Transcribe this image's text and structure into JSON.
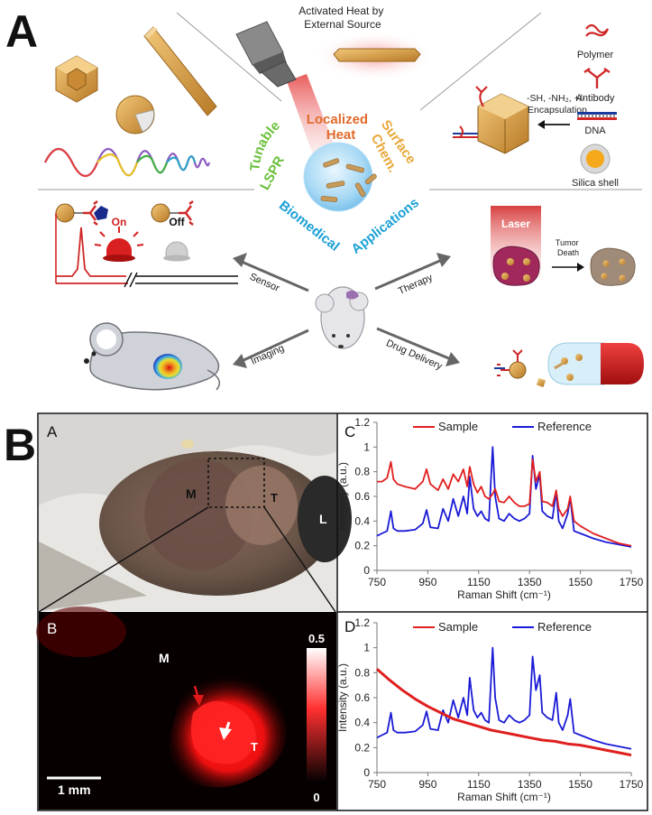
{
  "panel_a": {
    "letter": "A",
    "heat_source": [
      "Activated Heat by",
      "External Source"
    ],
    "circle_labels": {
      "lspr": [
        "Tunable",
        "LSPR"
      ],
      "heat": [
        "Localized",
        "Heat"
      ],
      "surface": [
        "Surface",
        "Chem."
      ],
      "biomedical": "Biomedical",
      "applications": "Applications"
    },
    "surface_note": [
      "-SH, -NH₂, +/-",
      "Encapsulation"
    ],
    "legend": [
      "Polymer",
      "Antibody",
      "DNA",
      "Silica shell"
    ],
    "sensor_states": [
      "On",
      "Off"
    ],
    "arrows": [
      "Sensor",
      "Therapy",
      "Imaging",
      "Drug Delivery"
    ],
    "laser": "Laser",
    "tumor_death": [
      "Tumor",
      "Death"
    ]
  },
  "panel_b": {
    "letter": "B",
    "photo": {
      "label": "A",
      "marks": [
        "M",
        "T",
        "L"
      ]
    },
    "map": {
      "label": "B",
      "marks": [
        "M",
        "T"
      ],
      "scalebar": "1 mm",
      "colorbar_max": "0.5",
      "colorbar_min": "0"
    },
    "colors": {
      "sample": "#e01f1f",
      "reference": "#1a1ad6"
    }
  },
  "chart_data": [
    {
      "type": "line",
      "panel": "C",
      "xlabel": "Raman Shift (cm⁻¹)",
      "ylabel": "Intensity (a.u.)",
      "xlim": [
        750,
        1750
      ],
      "ylim": [
        0,
        1.2
      ],
      "xticks": [
        750,
        950,
        1150,
        1350,
        1550,
        1750
      ],
      "yticks": [
        0,
        0.2,
        0.4,
        0.6,
        0.8,
        1,
        1.2
      ],
      "legend": "top",
      "series": [
        {
          "name": "Sample",
          "x": [
            750,
            770,
            790,
            805,
            815,
            830,
            860,
            900,
            930,
            945,
            960,
            990,
            1010,
            1030,
            1050,
            1070,
            1090,
            1105,
            1115,
            1130,
            1145,
            1160,
            1175,
            1190,
            1205,
            1215,
            1230,
            1250,
            1270,
            1290,
            1310,
            1330,
            1350,
            1362,
            1375,
            1390,
            1400,
            1420,
            1440,
            1455,
            1465,
            1480,
            1500,
            1510,
            1525,
            1550,
            1600,
            1650,
            1700,
            1750
          ],
          "y": [
            0.72,
            0.72,
            0.75,
            0.88,
            0.74,
            0.7,
            0.68,
            0.66,
            0.72,
            0.82,
            0.7,
            0.65,
            0.74,
            0.66,
            0.78,
            0.72,
            0.82,
            0.68,
            0.84,
            0.7,
            0.63,
            0.68,
            0.6,
            0.58,
            0.62,
            0.66,
            0.56,
            0.55,
            0.6,
            0.55,
            0.52,
            0.52,
            0.54,
            0.9,
            0.72,
            0.8,
            0.56,
            0.55,
            0.52,
            0.65,
            0.5,
            0.44,
            0.5,
            0.6,
            0.4,
            0.36,
            0.3,
            0.26,
            0.22,
            0.2
          ]
        },
        {
          "name": "Reference",
          "x": [
            750,
            770,
            790,
            805,
            815,
            830,
            860,
            900,
            930,
            945,
            960,
            990,
            1010,
            1030,
            1050,
            1070,
            1090,
            1105,
            1115,
            1130,
            1145,
            1160,
            1175,
            1190,
            1205,
            1215,
            1230,
            1250,
            1270,
            1290,
            1310,
            1330,
            1350,
            1362,
            1375,
            1390,
            1400,
            1420,
            1440,
            1455,
            1465,
            1480,
            1500,
            1510,
            1525,
            1550,
            1600,
            1650,
            1700,
            1750
          ],
          "y": [
            0.28,
            0.3,
            0.32,
            0.48,
            0.34,
            0.32,
            0.32,
            0.33,
            0.38,
            0.49,
            0.35,
            0.34,
            0.5,
            0.4,
            0.58,
            0.44,
            0.6,
            0.46,
            0.76,
            0.5,
            0.44,
            0.48,
            0.42,
            0.4,
            1.0,
            0.6,
            0.42,
            0.4,
            0.46,
            0.42,
            0.4,
            0.42,
            0.46,
            0.93,
            0.66,
            0.78,
            0.48,
            0.44,
            0.42,
            0.64,
            0.4,
            0.34,
            0.46,
            0.59,
            0.32,
            0.3,
            0.26,
            0.23,
            0.21,
            0.19
          ]
        }
      ]
    },
    {
      "type": "line",
      "panel": "D",
      "xlabel": "Raman Shift (cm⁻¹)",
      "ylabel": "Intensity (a.u.)",
      "xlim": [
        750,
        1750
      ],
      "ylim": [
        0,
        1.2
      ],
      "xticks": [
        750,
        950,
        1150,
        1350,
        1550,
        1750
      ],
      "yticks": [
        0,
        0.2,
        0.4,
        0.6,
        0.8,
        1,
        1.2
      ],
      "legend": "top",
      "series": [
        {
          "name": "Sample",
          "x": [
            750,
            800,
            850,
            900,
            950,
            1000,
            1050,
            1100,
            1150,
            1200,
            1250,
            1300,
            1350,
            1400,
            1450,
            1500,
            1550,
            1600,
            1650,
            1700,
            1750
          ],
          "y": [
            0.83,
            0.74,
            0.66,
            0.59,
            0.53,
            0.48,
            0.43,
            0.4,
            0.37,
            0.34,
            0.32,
            0.3,
            0.28,
            0.26,
            0.25,
            0.23,
            0.22,
            0.2,
            0.18,
            0.16,
            0.14
          ]
        },
        {
          "name": "Reference",
          "x": [
            750,
            770,
            790,
            805,
            815,
            830,
            860,
            900,
            930,
            945,
            960,
            990,
            1010,
            1030,
            1050,
            1070,
            1090,
            1105,
            1115,
            1130,
            1145,
            1160,
            1175,
            1190,
            1205,
            1215,
            1230,
            1250,
            1270,
            1290,
            1310,
            1330,
            1350,
            1362,
            1375,
            1390,
            1400,
            1420,
            1440,
            1455,
            1465,
            1480,
            1500,
            1510,
            1525,
            1550,
            1600,
            1650,
            1700,
            1750
          ],
          "y": [
            0.28,
            0.3,
            0.32,
            0.48,
            0.34,
            0.32,
            0.32,
            0.33,
            0.38,
            0.49,
            0.35,
            0.34,
            0.5,
            0.4,
            0.58,
            0.44,
            0.6,
            0.46,
            0.76,
            0.5,
            0.44,
            0.48,
            0.42,
            0.4,
            1.0,
            0.6,
            0.42,
            0.4,
            0.46,
            0.42,
            0.4,
            0.42,
            0.46,
            0.93,
            0.66,
            0.78,
            0.48,
            0.44,
            0.42,
            0.64,
            0.4,
            0.34,
            0.46,
            0.59,
            0.32,
            0.3,
            0.26,
            0.23,
            0.21,
            0.19
          ]
        }
      ]
    }
  ]
}
